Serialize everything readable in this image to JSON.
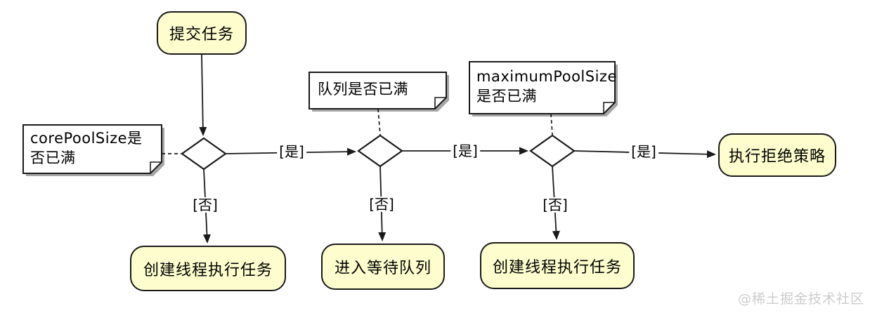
{
  "diagram_type": "activity-flowchart",
  "colors": {
    "node_fill": "#FDFDCE",
    "node_border": "#1A1A1A",
    "note_fill": "#FFFFFF",
    "note_shadow": "#A6A6A6",
    "line": "#1A1A1A",
    "watermark": "#CCCCCC",
    "background": "#FFFFFF"
  },
  "nodes": {
    "start": {
      "label": "提交任务"
    },
    "create_thread_1": {
      "label": "创建线程执行任务"
    },
    "enqueue": {
      "label": "进入等待队列"
    },
    "create_thread_2": {
      "label": "创建线程执行任务"
    },
    "reject": {
      "label": "执行拒绝策略"
    }
  },
  "decisions": {
    "core_pool_full": {
      "note": "corePoolSize是否已满"
    },
    "queue_full": {
      "note": "队列是否已满"
    },
    "maximum_pool_full": {
      "note": "maximumPoolSize是否已满"
    }
  },
  "edges": {
    "yes1": {
      "label": "[是]"
    },
    "yes2": {
      "label": "[是]"
    },
    "yes3": {
      "label": "[是]"
    },
    "no1": {
      "label": "[否]"
    },
    "no2": {
      "label": "[否]"
    },
    "no3": {
      "label": "[否]"
    }
  },
  "watermark": "@稀土掘金技术社区"
}
